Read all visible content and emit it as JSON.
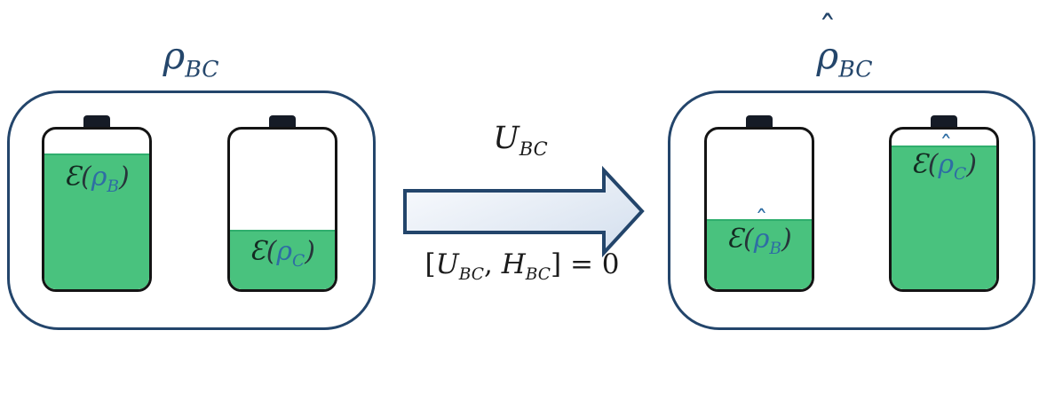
{
  "colors": {
    "outline": "#23456b",
    "battery_border": "#141414",
    "green": "#49c27e",
    "green_edge": "#2fae6d",
    "terminal": "#151b26",
    "label_e": "#132a21",
    "label_paren": "#27343a",
    "label_blue": "#2e6da4",
    "title": "#24466b",
    "math_black": "#1b1b1b",
    "arrow_grad_start": "#fbfcfe",
    "arrow_grad_end": "#d9e3f0",
    "bg": "#ffffff"
  },
  "left_group": {
    "title": {
      "hat": "",
      "sym": "ρ",
      "sub": "BC"
    },
    "batteries": [
      {
        "name": "battery-B",
        "fill_percent": 84,
        "label": {
          "e": "Ɛ",
          "open": "(",
          "hat": "",
          "sym": "ρ",
          "sub": "B",
          "close": ")"
        }
      },
      {
        "name": "battery-C",
        "fill_percent": 36,
        "label": {
          "e": "Ɛ",
          "open": "(",
          "hat": "",
          "sym": "ρ",
          "sub": "C",
          "close": ")"
        }
      }
    ]
  },
  "middle": {
    "arrow_label": {
      "sym": "U",
      "sub": "BC"
    },
    "equation": {
      "open": "[",
      "u": "U",
      "u_sub": "BC",
      "comma": ", ",
      "h": "H",
      "h_sub": "BC",
      "close": "]",
      "rhs": " = 0"
    }
  },
  "right_group": {
    "title": {
      "hat": "ˆ",
      "sym": "ρ",
      "sub": "BC"
    },
    "batteries": [
      {
        "name": "battery-B-final",
        "fill_percent": 43,
        "label": {
          "e": "Ɛ",
          "open": "(",
          "hat": "ˆ",
          "sym": "ρ",
          "sub": "B",
          "close": ")"
        }
      },
      {
        "name": "battery-C-final",
        "fill_percent": 89,
        "label": {
          "e": "Ɛ",
          "open": "(",
          "hat": "ˆ",
          "sym": "ρ",
          "sub": "C",
          "close": ")"
        }
      }
    ]
  }
}
